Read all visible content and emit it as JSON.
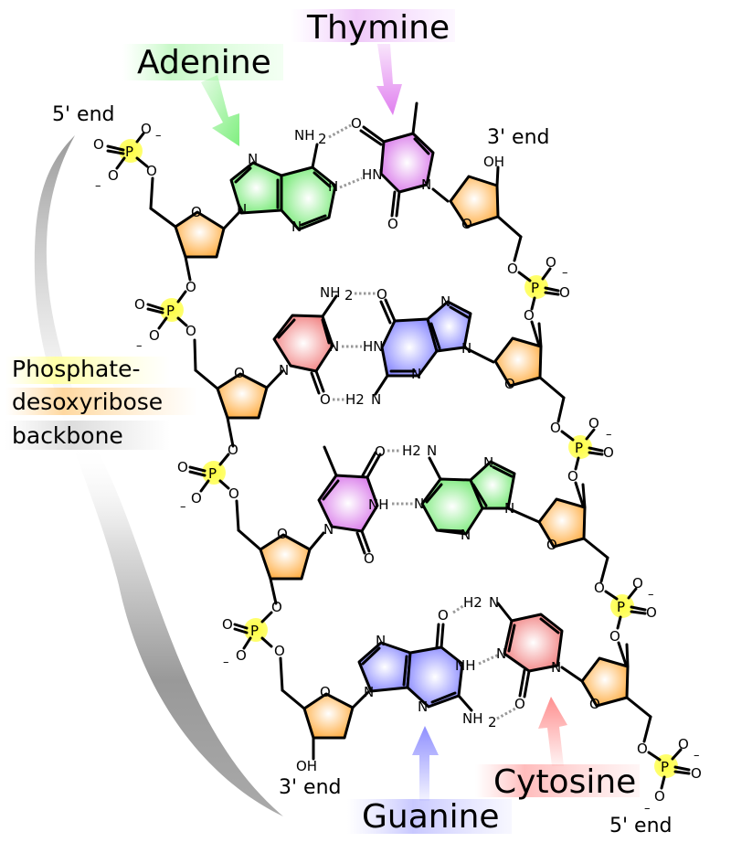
{
  "labels": {
    "adenine": "Adenine",
    "thymine": "Thymine",
    "guanine": "Guanine",
    "cytosine": "Cytosine",
    "backbone_line1": "Phosphate-",
    "backbone_line2": "desoxyribose",
    "backbone_line3": "backbone",
    "five_prime_top": "5' end",
    "three_prime_top": "3' end",
    "three_prime_bottom": "3' end",
    "five_prime_bottom": "5' end"
  },
  "atoms": {
    "N": "N",
    "O": "O",
    "P": "P",
    "NH": "NH",
    "HN": "HN",
    "NH2": "NH",
    "H2": "H2",
    "sub2": "2",
    "OH": "OH",
    "minus": "–"
  },
  "base_pairs": [
    {
      "left": "Adenine",
      "right": "Thymine",
      "hydrogen_bonds": 2
    },
    {
      "left": "Cytosine",
      "right": "Guanine",
      "hydrogen_bonds": 3
    },
    {
      "left": "Thymine",
      "right": "Adenine",
      "hydrogen_bonds": 2
    },
    {
      "left": "Guanine",
      "right": "Cytosine",
      "hydrogen_bonds": 3
    }
  ],
  "colors": {
    "adenine": "#7fef7f",
    "thymine": "#e07fef",
    "guanine": "#8f8fff",
    "cytosine": "#ff8f8f",
    "sugar": "#ffb347",
    "phosphate": "#ffff44",
    "backbone_arc": "#999999"
  }
}
